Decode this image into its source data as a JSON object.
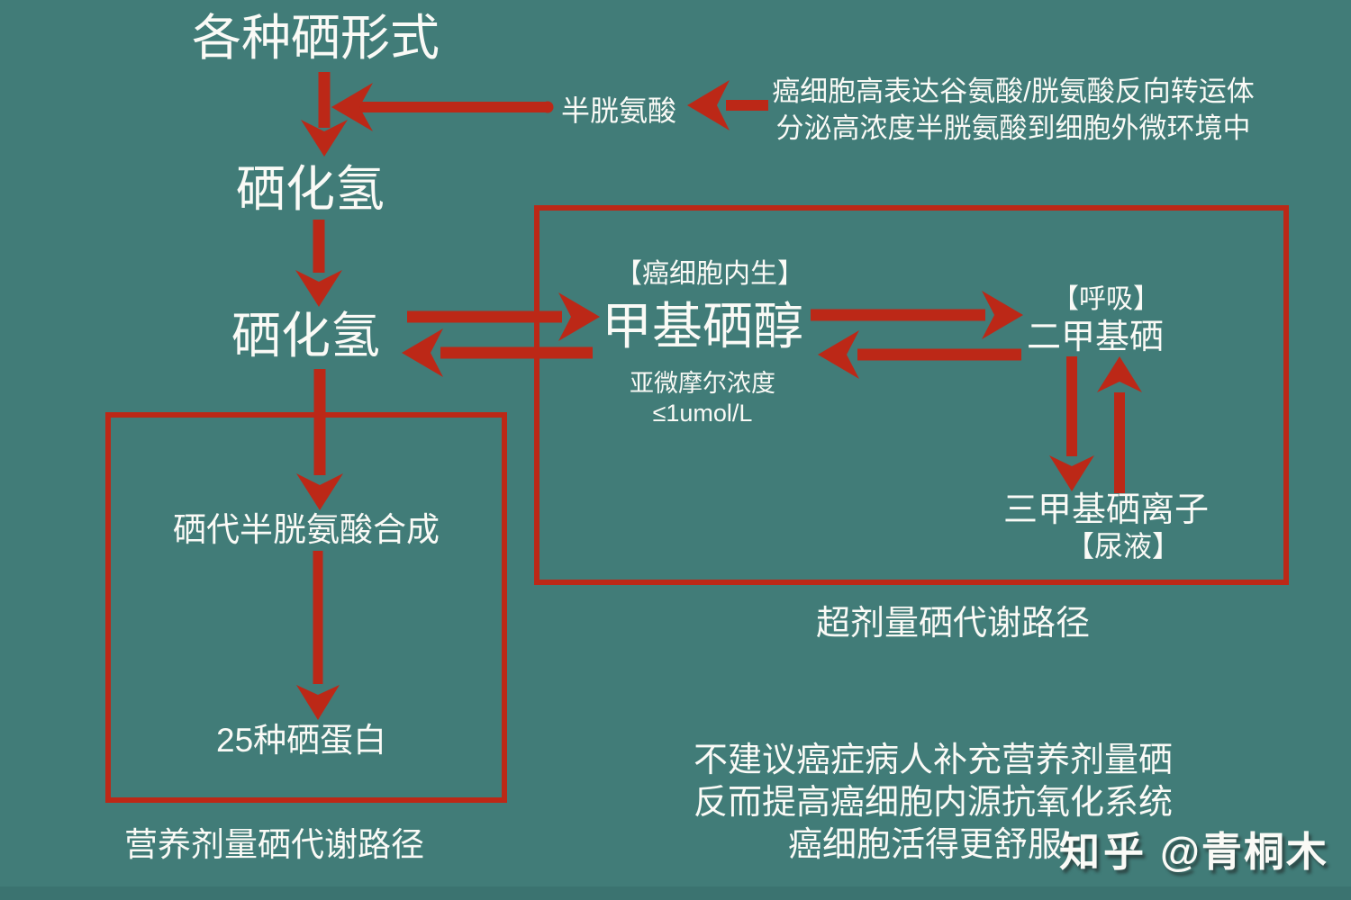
{
  "colors": {
    "background": "#417c78",
    "accent_red": "#bc2817",
    "text": "#fafaf6",
    "footer_strip": "#3b7370"
  },
  "flow": {
    "source": "各种硒形式",
    "cysteine": "半胱氨酸",
    "transporter_note": {
      "line1": "癌细胞高表达谷氨酸/胱氨酸反向转运体",
      "line2": "分泌高浓度半胱氨酸到细胞外微环境中"
    },
    "hydrogen_selenide_1": "硒化氢",
    "hydrogen_selenide_2": "硒化氢"
  },
  "overdose_box": {
    "endogenous_tag": "【癌细胞内生】",
    "methylselenol": "甲基硒醇",
    "concentration_note_line1": "亚微摩尔浓度",
    "concentration_note_line2": "≤1umol/L",
    "breath_tag": "【呼吸】",
    "dimethyl_selenide": "二甲基硒",
    "trimethylselenonium": "三甲基硒离子",
    "urine_tag": "【尿液】",
    "caption": "超剂量硒代谢路径"
  },
  "nutritional_box": {
    "selenocysteine_synthesis": "硒代半胱氨酸合成",
    "selenoproteins": "25种硒蛋白",
    "caption": "营养剂量硒代谢路径"
  },
  "conclusion": {
    "line1": "不建议癌症病人补充营养剂量硒",
    "line2": "反而提高癌细胞内源抗氧化系统",
    "line3": "癌细胞活得更舒服"
  },
  "watermark": {
    "brand": "知乎",
    "author": "@青桐木"
  }
}
